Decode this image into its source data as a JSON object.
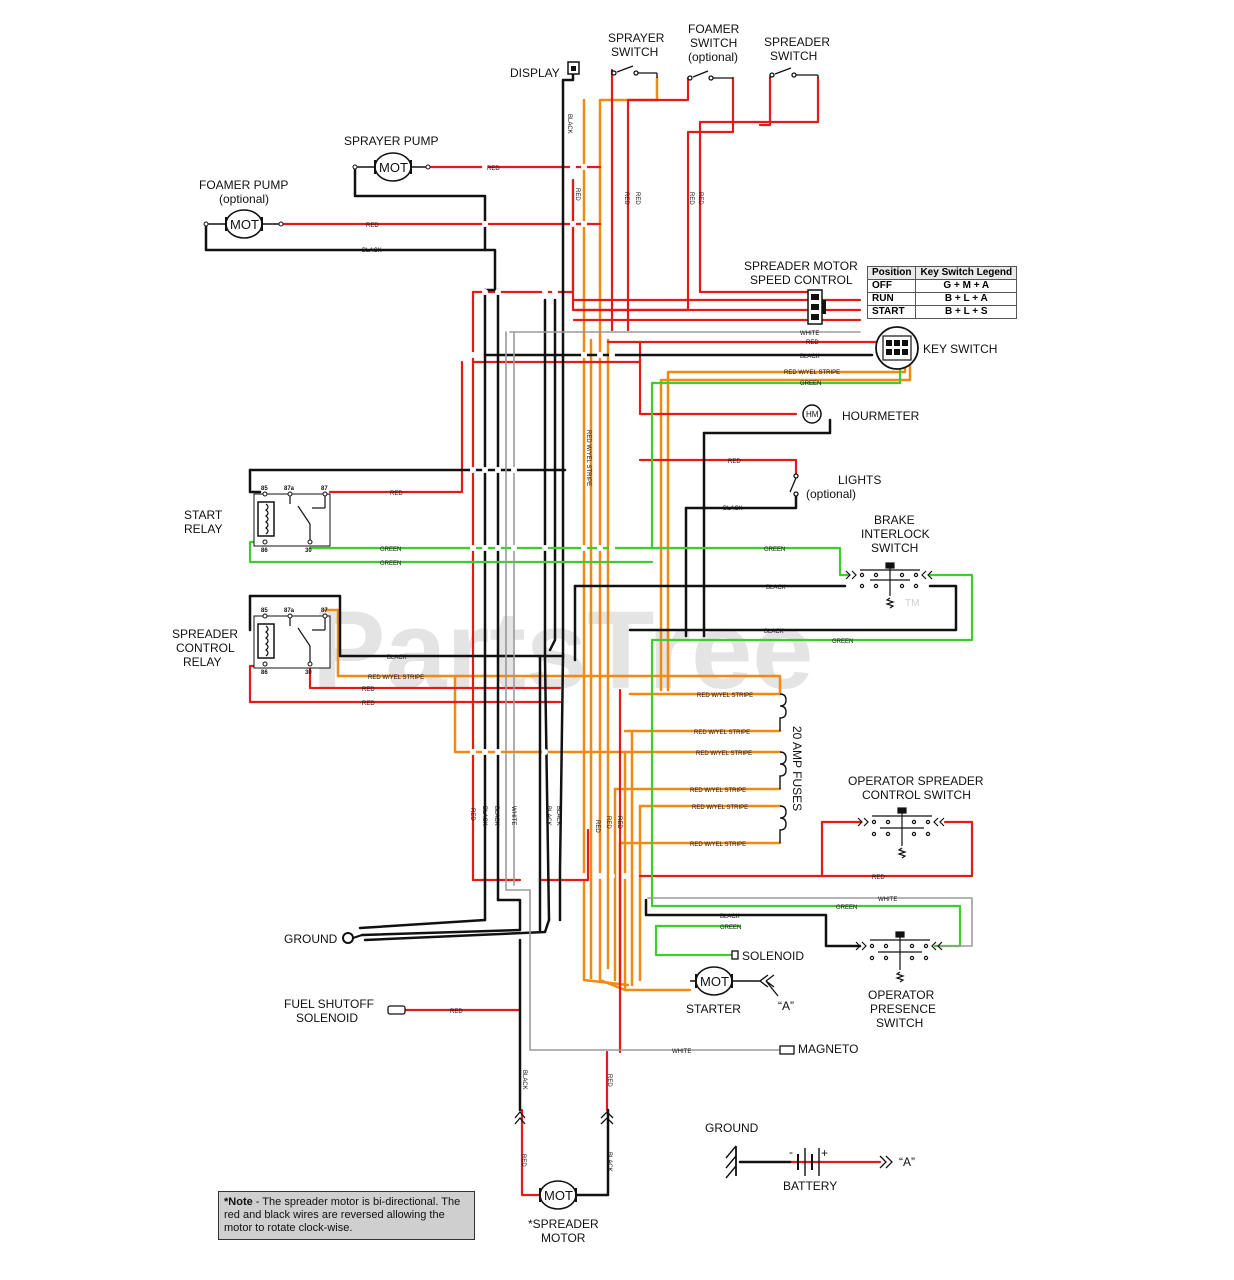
{
  "watermark": "PartsTree",
  "watermark_tm": "TM",
  "components": {
    "display": "DISPLAY",
    "sprayer_switch": [
      "SPRAYER",
      "SWITCH"
    ],
    "foamer_switch": [
      "FOAMER",
      "SWITCH",
      "(optional)"
    ],
    "spreader_switch": [
      "SPREADER",
      "SWITCH"
    ],
    "sprayer_pump": "SPRAYER PUMP",
    "foamer_pump": [
      "FOAMER PUMP",
      "(optional)"
    ],
    "motor_symbol": "MOT",
    "spreader_motor_speed_control": [
      "SPREADER MOTOR",
      "SPEED CONTROL"
    ],
    "key_switch": "KEY SWITCH",
    "hourmeter": "HOURMETER",
    "hourmeter_symbol": "HM",
    "lights": [
      "LIGHTS",
      "(optional)"
    ],
    "start_relay": [
      "START",
      "RELAY"
    ],
    "brake_interlock_switch": [
      "BRAKE",
      "INTERLOCK",
      "SWITCH"
    ],
    "spreader_control_relay": [
      "SPREADER",
      "CONTROL",
      "RELAY"
    ],
    "fuses": "20 AMP FUSES",
    "operator_spreader_control_switch": [
      "OPERATOR SPREADER",
      "CONTROL SWITCH"
    ],
    "ground": "GROUND",
    "solenoid": "SOLENOID",
    "fuel_shutoff_solenoid": [
      "FUEL SHUTOFF",
      "SOLENOID"
    ],
    "starter": "STARTER",
    "starter_ref": "“A”",
    "operator_presence_switch": [
      "OPERATOR",
      "PRESENCE",
      "SWITCH"
    ],
    "magneto": "MAGNETO",
    "spreader_motor": [
      "*SPREADER",
      "MOTOR"
    ],
    "battery_ground": "GROUND",
    "battery": "BATTERY",
    "battery_ref": "“A”",
    "battery_minus": "-",
    "battery_plus": "+"
  },
  "relay_pins": [
    "85",
    "87a",
    "87",
    "86",
    "30"
  ],
  "wire_labels": {
    "red": "RED",
    "black": "BLACK",
    "white": "WHITE",
    "green": "GREEN",
    "red_yel": "RED W/YEL STRIPE",
    "red_yel_vertical": "RED W/YEL STRIPE"
  },
  "legend": {
    "headers": [
      "Position",
      "Key Switch Legend"
    ],
    "rows": [
      [
        "OFF",
        "G + M + A"
      ],
      [
        "RUN",
        "B + L + A"
      ],
      [
        "START",
        "B + L + S"
      ]
    ]
  },
  "note": {
    "bold": "*Note",
    "text": " - The spreader motor is bi-directional. The red and black wires are reversed allowing the motor to rotate clock-wise."
  },
  "colors": {
    "red": "#e21a1a",
    "black": "#111111",
    "orange": "#f08a12",
    "green": "#3fcc2f",
    "white_wire": "#9a9a9a"
  }
}
